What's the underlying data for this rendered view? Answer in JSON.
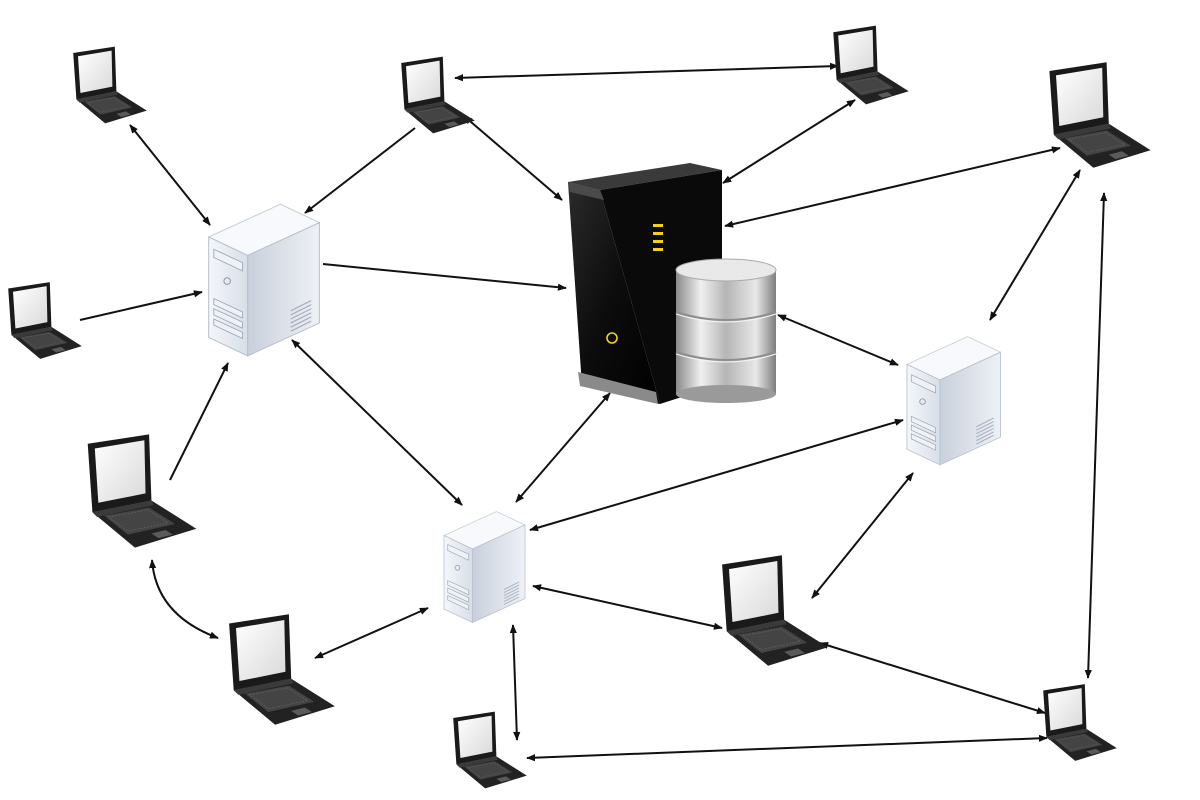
{
  "diagram": {
    "nodes": [
      {
        "id": "laptop-top-left",
        "kind": "laptop"
      },
      {
        "id": "laptop-top-center",
        "kind": "laptop"
      },
      {
        "id": "laptop-top-right-small",
        "kind": "laptop"
      },
      {
        "id": "laptop-top-right-large",
        "kind": "laptop"
      },
      {
        "id": "laptop-mid-left",
        "kind": "laptop"
      },
      {
        "id": "laptop-left-large",
        "kind": "laptop"
      },
      {
        "id": "laptop-bottom-left",
        "kind": "laptop"
      },
      {
        "id": "laptop-bottom-center",
        "kind": "laptop"
      },
      {
        "id": "laptop-bottom-mid-right",
        "kind": "laptop"
      },
      {
        "id": "laptop-bottom-right",
        "kind": "laptop"
      },
      {
        "id": "server-left",
        "kind": "server-light"
      },
      {
        "id": "server-center-bottom",
        "kind": "server-light"
      },
      {
        "id": "server-right",
        "kind": "server-light"
      },
      {
        "id": "main-server",
        "kind": "server-dark"
      },
      {
        "id": "database",
        "kind": "database"
      }
    ],
    "connections": [
      {
        "from": "laptop-top-left",
        "to": "server-left",
        "arrows": "both"
      },
      {
        "from": "laptop-top-center",
        "to": "server-left",
        "arrows": "end"
      },
      {
        "from": "laptop-top-center",
        "to": "laptop-top-right-small",
        "arrows": "both"
      },
      {
        "from": "laptop-top-center",
        "to": "main-server",
        "arrows": "both"
      },
      {
        "from": "laptop-top-right-small",
        "to": "main-server",
        "arrows": "both"
      },
      {
        "from": "laptop-top-right-large",
        "to": "main-server",
        "arrows": "both"
      },
      {
        "from": "laptop-top-right-large",
        "to": "server-right",
        "arrows": "both"
      },
      {
        "from": "laptop-top-right-large",
        "to": "laptop-bottom-right",
        "arrows": "both"
      },
      {
        "from": "laptop-mid-left",
        "to": "server-left",
        "arrows": "end"
      },
      {
        "from": "server-left",
        "to": "main-server",
        "arrows": "end"
      },
      {
        "from": "laptop-left-large",
        "to": "server-left",
        "arrows": "end"
      },
      {
        "from": "server-left",
        "to": "server-center-bottom",
        "arrows": "both"
      },
      {
        "from": "main-server",
        "to": "server-center-bottom",
        "arrows": "both"
      },
      {
        "from": "database",
        "to": "server-right",
        "arrows": "both"
      },
      {
        "from": "server-right",
        "to": "server-center-bottom",
        "arrows": "both"
      },
      {
        "from": "laptop-left-large",
        "to": "laptop-bottom-left",
        "arrows": "both",
        "curved": true
      },
      {
        "from": "laptop-bottom-left",
        "to": "server-center-bottom",
        "arrows": "both"
      },
      {
        "from": "server-center-bottom",
        "to": "laptop-bottom-mid-right",
        "arrows": "both"
      },
      {
        "from": "server-right",
        "to": "laptop-bottom-mid-right",
        "arrows": "both"
      },
      {
        "from": "server-center-bottom",
        "to": "laptop-bottom-center",
        "arrows": "both"
      },
      {
        "from": "laptop-bottom-mid-right",
        "to": "laptop-bottom-right",
        "arrows": "both"
      },
      {
        "from": "laptop-bottom-center",
        "to": "laptop-bottom-right",
        "arrows": "both"
      }
    ],
    "colors": {
      "line": "#111111",
      "laptop_body": "#1a1a1a",
      "laptop_screen": "#f4f4f4",
      "server_light": "#dfe5ee",
      "server_dark": "#121212",
      "database_metal": "#c9c9c9",
      "led": "#f2d21b"
    },
    "icons": [
      "laptop-icon",
      "server-icon",
      "database-icon"
    ]
  }
}
